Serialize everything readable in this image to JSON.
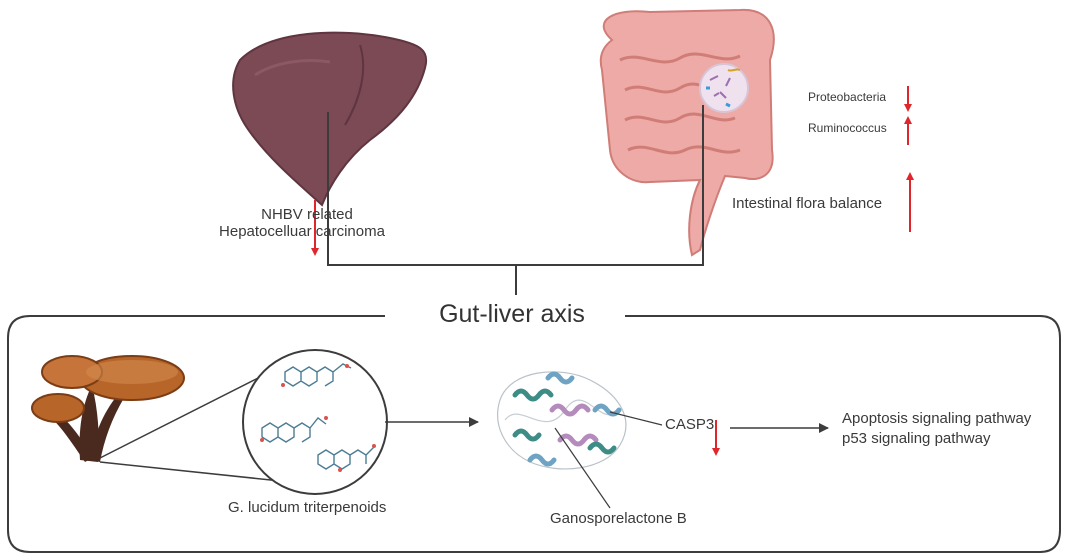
{
  "diagram": {
    "liver_label_line1": "NHBV related",
    "liver_label_line2": "Hepatocelluar carcinoma",
    "bacteria_1": "Proteobacteria",
    "bacteria_2": "Ruminococcus",
    "flora_label": "Intestinal flora balance",
    "axis_title": "Gut-liver axis",
    "compound_label": "G. lucidum triterpenoids",
    "target_label": "CASP3",
    "molecule_label": "Ganosporelactone B",
    "pathway_1": "Apoptosis signaling pathway",
    "pathway_2": "p53 signaling pathway"
  },
  "colors": {
    "arrow_red": "#e0262b",
    "line": "#3c3c3c",
    "liver": "#7b4a55",
    "gut": "#eeaaa6",
    "mushroom_cap": "#b8652a",
    "stem": "#4a2a1e",
    "protein_teal": "#3e8c86",
    "protein_purple": "#b58bbd",
    "protein_blue": "#6ea3c4"
  },
  "icons": [
    "liver-icon",
    "intestine-icon",
    "ganoderma-mushroom-icon",
    "triterpenoid-structures-icon",
    "protein-structure-icon",
    "arrow-down-icon",
    "arrow-up-icon"
  ]
}
